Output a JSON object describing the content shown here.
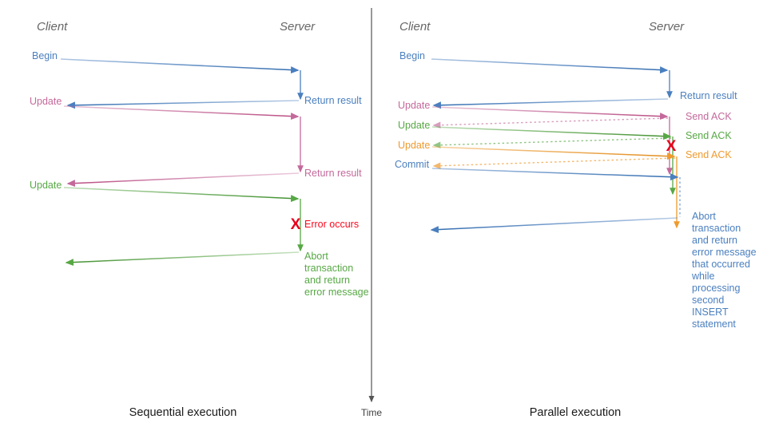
{
  "diagram": {
    "title_hidden": "",
    "colors": {
      "blue": "#4a7fbf",
      "pink": "#c4699b",
      "green": "#57a845",
      "orange": "#ef9a2e",
      "red": "#fa0a1e",
      "axis": "#555555",
      "header": "#666666",
      "caption": "#1a1a1a"
    },
    "time_axis": {
      "label": "Time"
    },
    "panels": [
      {
        "id": "sequential",
        "caption": "Sequential execution",
        "lanes": {
          "client": "Client",
          "server": "Server"
        },
        "client_labels": [
          {
            "text": "Begin",
            "color": "blue"
          },
          {
            "text": "Update",
            "color": "pink"
          },
          {
            "text": "Update",
            "color": "green"
          }
        ],
        "server_labels": [
          {
            "text": "Return result",
            "color": "blue"
          },
          {
            "text": "Return result",
            "color": "pink"
          }
        ],
        "error": {
          "marker": "X",
          "text": "Error occurs",
          "color": "red"
        },
        "abort_block": {
          "color": "green",
          "lines": [
            "Abort",
            "transaction",
            "and return",
            "error message"
          ]
        }
      },
      {
        "id": "parallel",
        "caption": "Parallel execution",
        "lanes": {
          "client": "Client",
          "server": "Server"
        },
        "client_labels": [
          {
            "text": "Begin",
            "color": "blue"
          },
          {
            "text": "Update",
            "color": "pink"
          },
          {
            "text": "Update",
            "color": "green"
          },
          {
            "text": "Update",
            "color": "orange"
          },
          {
            "text": "Commit",
            "color": "blue"
          }
        ],
        "server_labels": [
          {
            "text": "Return result",
            "color": "blue"
          },
          {
            "text": "Send ACK",
            "color": "pink"
          },
          {
            "text": "Send ACK",
            "color": "green"
          },
          {
            "text": "Send ACK",
            "color": "orange"
          }
        ],
        "error": {
          "marker": "X",
          "text": "",
          "color": "red"
        },
        "abort_block": {
          "color": "blue",
          "lines": [
            "Abort",
            "transaction",
            "and return",
            "error message",
            "that occurred",
            "while",
            "processing",
            "second",
            "INSERT",
            "statement"
          ]
        }
      }
    ]
  }
}
